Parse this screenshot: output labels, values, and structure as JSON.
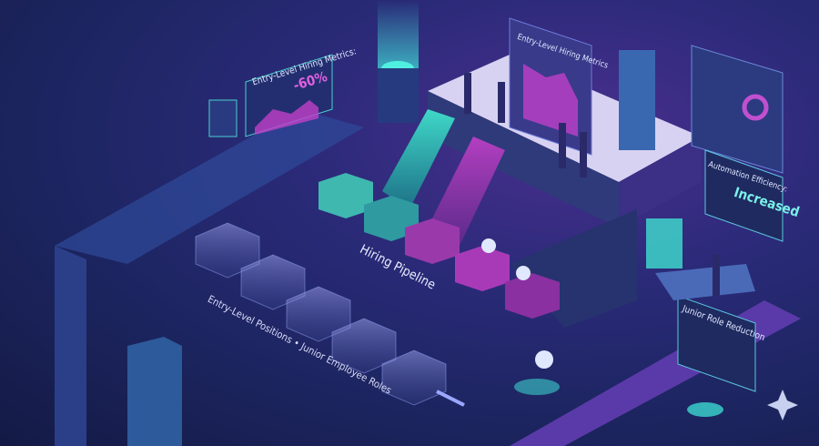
{
  "panels": {
    "left_metrics": {
      "title": "Entry-Level Hiring Metrics:",
      "value": "-60%"
    },
    "center_screen": {
      "title": "Entry-Level Hiring Metrics"
    },
    "automation": {
      "title": "Automation Efficiency:",
      "value": "Increased"
    },
    "junior": {
      "title": "Junior Role Reduction"
    }
  },
  "labels": {
    "pipeline": "Hiring Pipeline",
    "positions": "Entry-Level Positions • Junior Employee Roles"
  },
  "colors": {
    "teal": "#3fe0d0",
    "magenta": "#d24fd8",
    "purple": "#7a3fb8",
    "platform": "#d8d2f2"
  }
}
